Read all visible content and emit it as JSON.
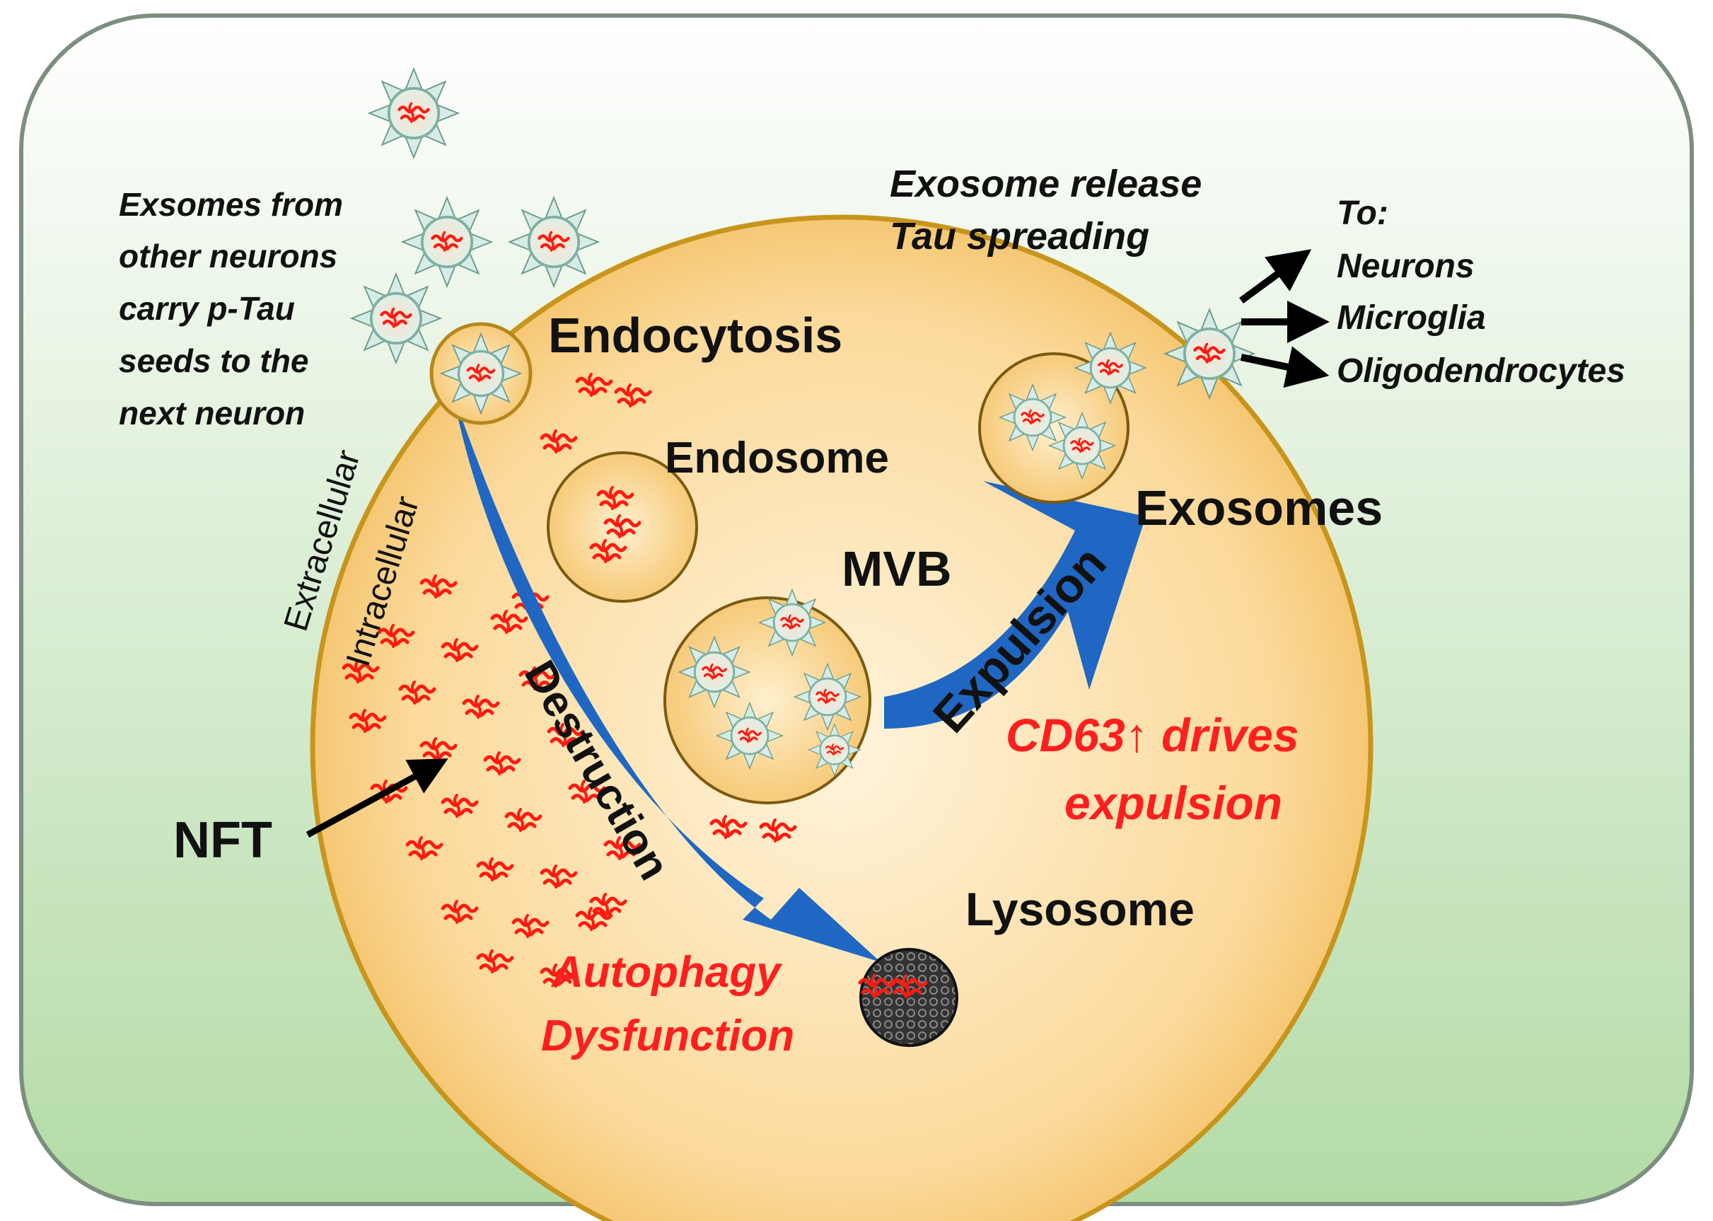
{
  "labels": {
    "exosomes_from_other": [
      "Exsomes from",
      "other neurons",
      "carry p-Tau",
      "seeds to the",
      "next neuron"
    ],
    "extracellular": "Extracellular",
    "intracellular": "Intracellular",
    "endocytosis": "Endocytosis",
    "endosome": "Endosome",
    "mvb": "MVB",
    "exosome_release": [
      "Exosome release",
      "Tau spreading"
    ],
    "to_targets": [
      "To:",
      "Neurons",
      "Microglia",
      "Oligodendrocytes"
    ],
    "exosomes": "Exosomes",
    "expulsion": "Expulsion",
    "cd63": [
      "CD63↑ drives",
      "expulsion"
    ],
    "destruction": "Destruction",
    "nft": "NFT",
    "lysosome": "Lysosome",
    "autophagy": [
      "Autophagy",
      "Dysfunction"
    ]
  },
  "colors": {
    "background_top": "#ffffff",
    "background_bottom": "#b3dba6",
    "cell_fill_center": "#fff3da",
    "cell_fill_edge": "#f4c36a",
    "cell_outline": "#c8951c",
    "arrow_blue": "#1f67c2",
    "tau_red": "#ff1a10",
    "annotation_red": "#ff1f1f",
    "exosome_spike": "#8fc7b8",
    "lysosome": "#2d2d2d"
  }
}
